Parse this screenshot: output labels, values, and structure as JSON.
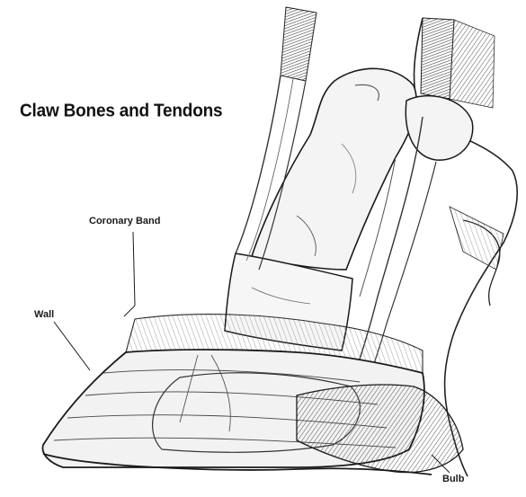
{
  "title": "Claw Bones and Tendons",
  "labels": {
    "coronary_band": "Coronary Band",
    "wall": "Wall",
    "bulb": "Bulb"
  },
  "colors": {
    "background": "#ffffff",
    "ink": "#1a1a1a",
    "bone_fill": "#f4f4f4",
    "shade": "#8a8a8a"
  }
}
